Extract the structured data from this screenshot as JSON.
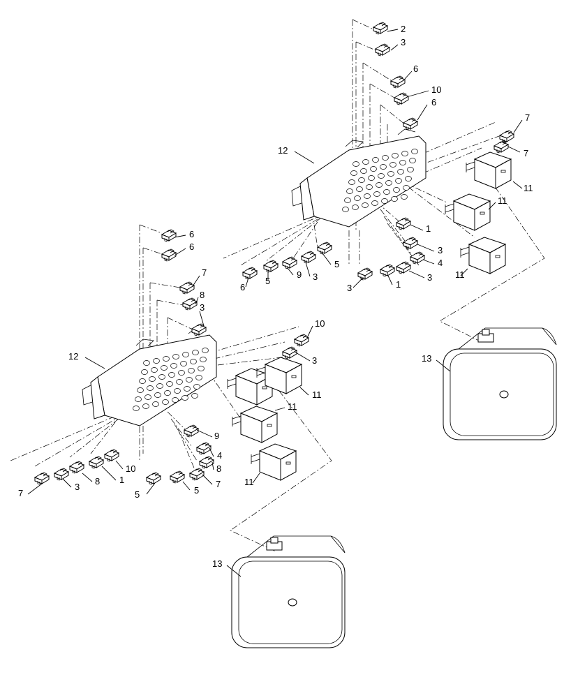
{
  "callouts": {
    "upper_block": "12",
    "lower_block": "12",
    "upper_cover": "13",
    "lower_cover": "13",
    "upper_top_fuses": [
      "2",
      "3",
      "6",
      "10",
      "6"
    ],
    "upper_right_fuses": [
      "7",
      "7"
    ],
    "upper_relays": [
      "11",
      "11",
      "11"
    ],
    "upper_lower_right_fuses": [
      "1",
      "3",
      "4",
      "3",
      "1",
      "3"
    ],
    "upper_lower_left_fuses": [
      "6",
      "5",
      "9",
      "3",
      "5"
    ],
    "lower_top_fuses": [
      "6",
      "6",
      "7",
      "8",
      "3"
    ],
    "lower_right_fuses": [
      "10",
      "3"
    ],
    "lower_relays": [
      "11",
      "11",
      "11"
    ],
    "lower_bottom_right_fuses": [
      "9",
      "4",
      "8",
      "7",
      "5",
      "5"
    ],
    "lower_bottom_left_fuses": [
      "7",
      "3",
      "8",
      "1",
      "10"
    ]
  }
}
